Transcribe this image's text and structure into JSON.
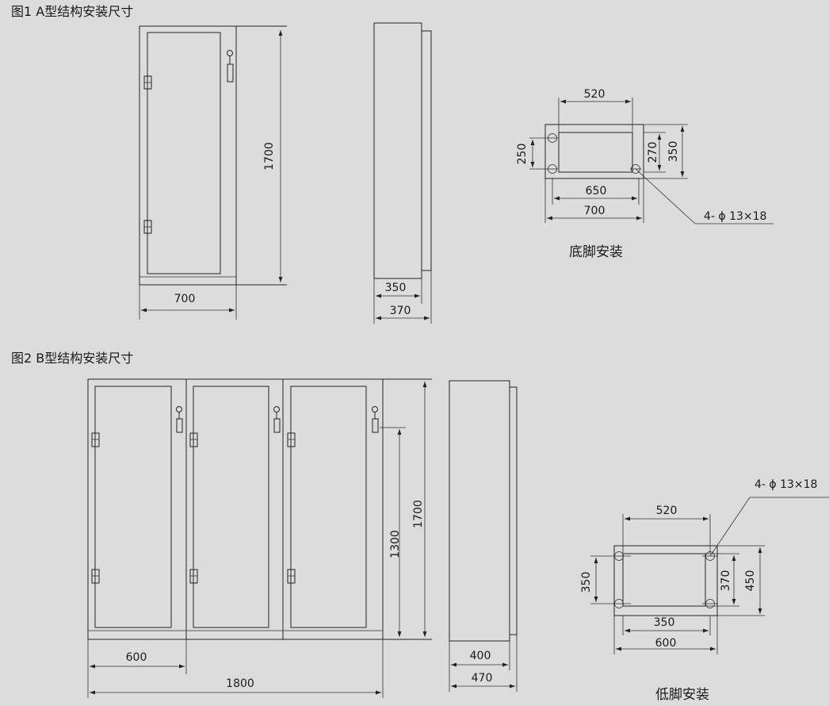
{
  "fig1": {
    "title": "图1 A型结构安装尺寸",
    "front_width": "700",
    "height": "1700",
    "side_depth_inner": "350",
    "side_depth_outer": "370",
    "base": {
      "caption": "底脚安装",
      "top_width": "520",
      "inner_width": "650",
      "outer_width": "700",
      "left_height": "250",
      "inner_height": "270",
      "outer_height": "350",
      "hole_spec": "4- ϕ 13×18"
    }
  },
  "fig2": {
    "title": "图2 B型结构安装尺寸",
    "unit_width": "600",
    "total_width": "1800",
    "inner_height": "1300",
    "height": "1700",
    "side_depth_inner": "400",
    "side_depth_outer": "470",
    "base": {
      "caption": "低脚安装",
      "top_width": "520",
      "inner_width": "350",
      "outer_width": "600",
      "left_height": "350",
      "inner_height": "370",
      "outer_height": "450",
      "hole_spec": "4- ϕ 13×18"
    }
  }
}
